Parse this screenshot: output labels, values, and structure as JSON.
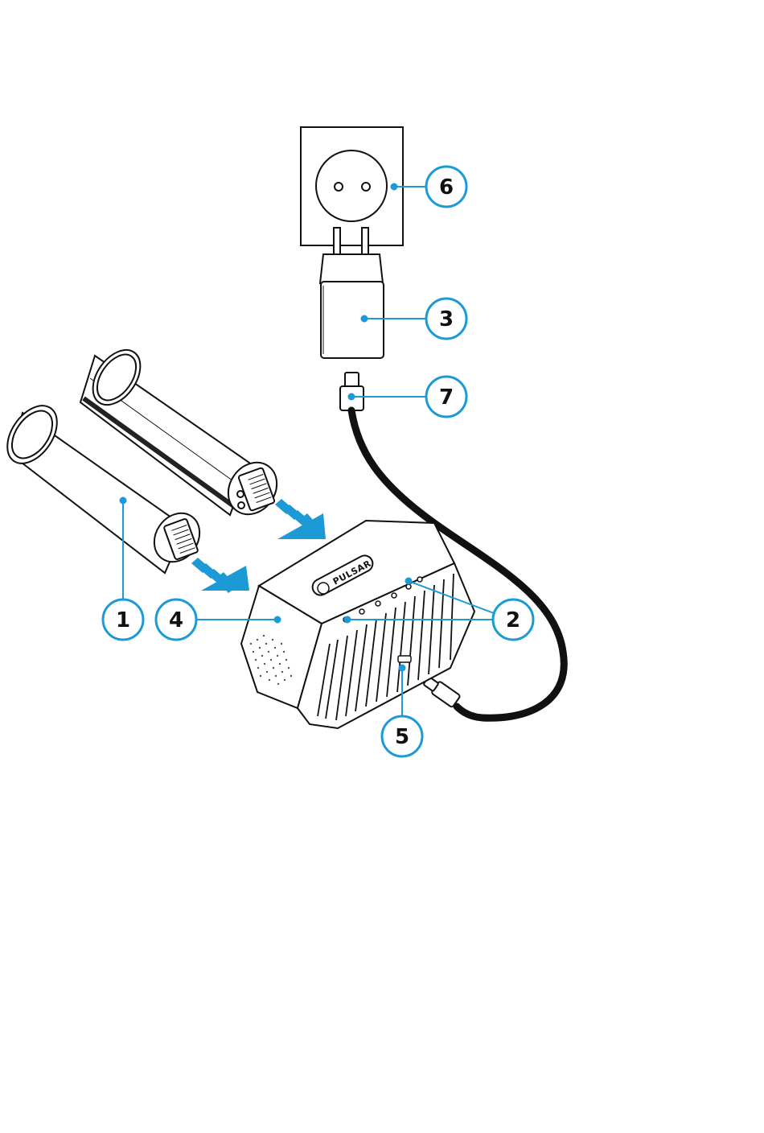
{
  "colors": {
    "accent": "#1b9ad6",
    "outline": "#111111",
    "background": "#ffffff"
  },
  "device": {
    "brand_logo_text": "PULSAR"
  },
  "callouts": [
    {
      "id": "1",
      "label": "1",
      "part": "battery"
    },
    {
      "id": "2",
      "label": "2",
      "part": "charge-indicator-leds"
    },
    {
      "id": "3",
      "label": "3",
      "part": "power-adapter"
    },
    {
      "id": "4",
      "label": "4",
      "part": "charging-station"
    },
    {
      "id": "5",
      "label": "5",
      "part": "usb-port"
    },
    {
      "id": "6",
      "label": "6",
      "part": "wall-socket"
    },
    {
      "id": "7",
      "label": "7",
      "part": "usb-cable"
    }
  ]
}
